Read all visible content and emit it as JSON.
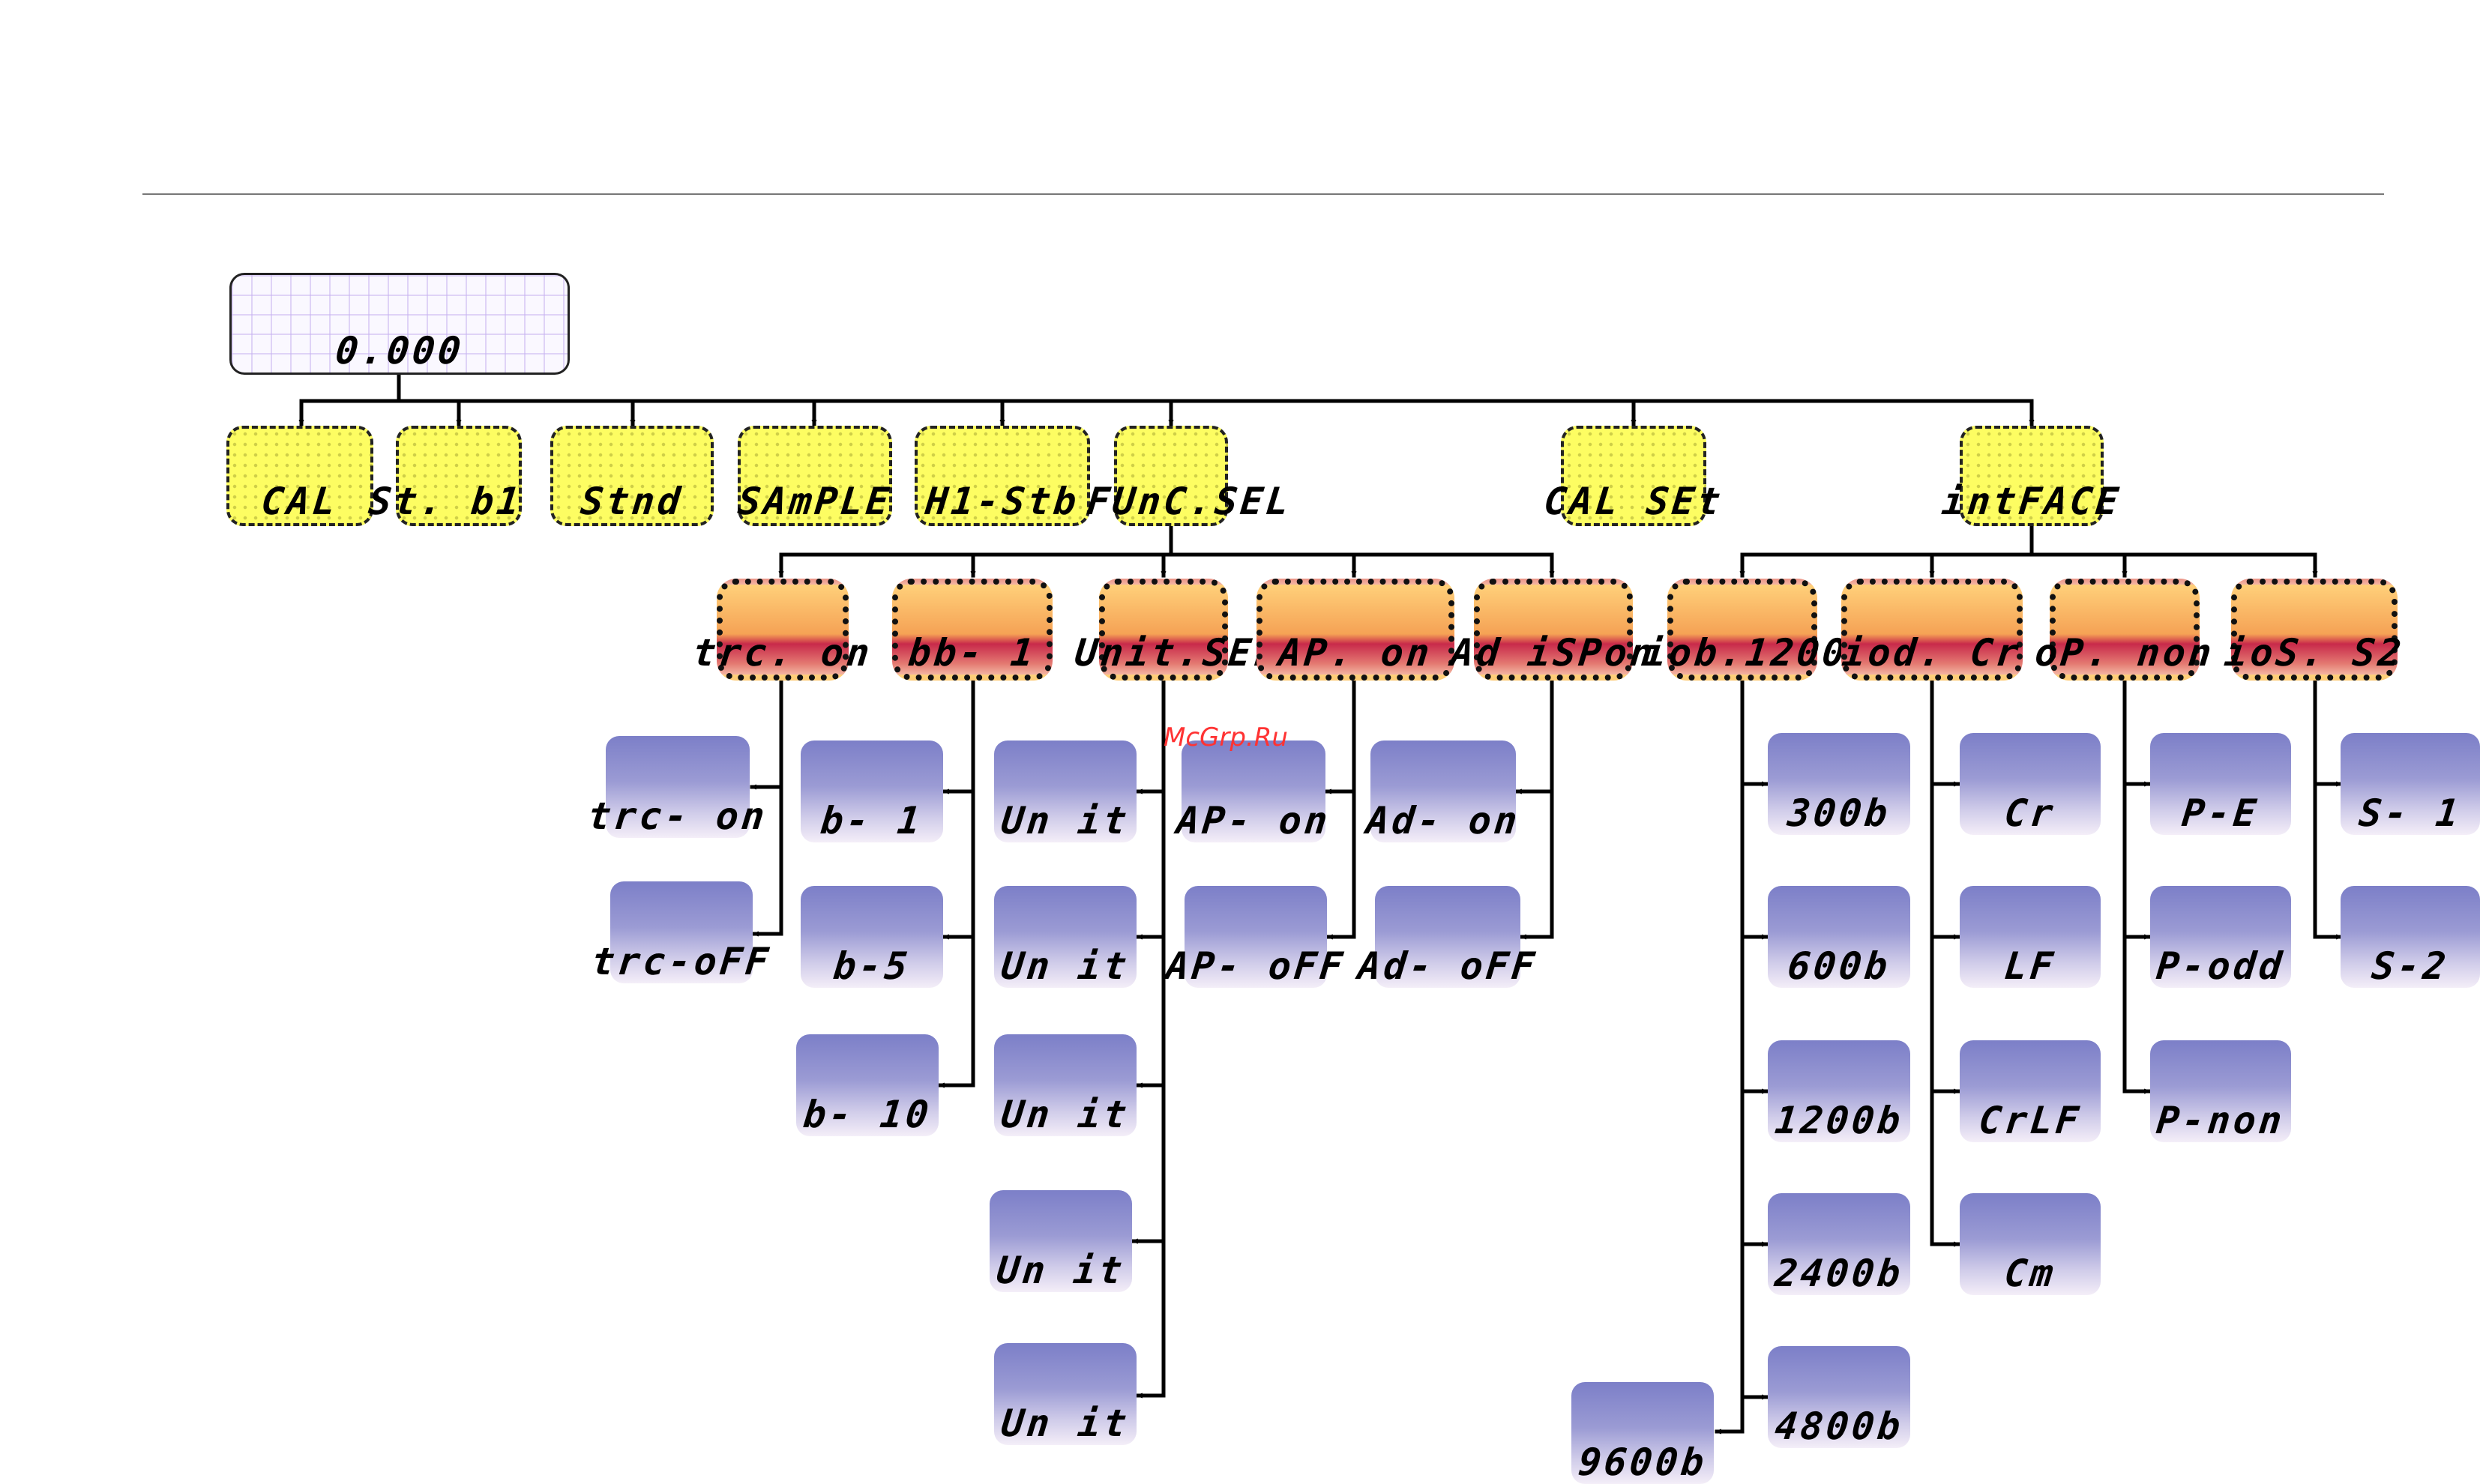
{
  "watermark": "McGrp.Ru",
  "root": {
    "label": "0.000"
  },
  "top_level": [
    {
      "label": "CAL"
    },
    {
      "label": "St. b1 t"
    },
    {
      "label": "Stnd"
    },
    {
      "label": "SAmPLE"
    },
    {
      "label": "H1-Stb"
    },
    {
      "label": "FUnC.SEL"
    },
    {
      "label": "CAL SEt"
    },
    {
      "label": "intFACE"
    }
  ],
  "function_menu": [
    {
      "label": "trc. on",
      "options": [
        {
          "label": "trc- on"
        },
        {
          "label": "trc-oFF"
        }
      ]
    },
    {
      "label": "bb- 1",
      "options": [
        {
          "label": "b- 1"
        },
        {
          "label": "b-5"
        },
        {
          "label": "b- 10"
        }
      ]
    },
    {
      "label": "Unit.SEL",
      "options": [
        {
          "label": "Un it"
        },
        {
          "label": "Un it"
        },
        {
          "label": "Un it"
        },
        {
          "label": "Un it"
        },
        {
          "label": "Un it"
        }
      ]
    },
    {
      "label": "AP. on",
      "options": [
        {
          "label": "AP- on"
        },
        {
          "label": "AP- oFF"
        }
      ]
    },
    {
      "label": "Ad iSPon",
      "options": [
        {
          "label": "Ad- on"
        },
        {
          "label": "Ad- oFF"
        }
      ]
    }
  ],
  "interface_menu": [
    {
      "label": "iob.1200",
      "options": [
        {
          "label": "300b"
        },
        {
          "label": "600b"
        },
        {
          "label": "1200b"
        },
        {
          "label": "2400b"
        },
        {
          "label": "4800b"
        },
        {
          "label": "9600b"
        }
      ]
    },
    {
      "label": "iod. Cr",
      "options": [
        {
          "label": "Cr"
        },
        {
          "label": "LF"
        },
        {
          "label": "CrLF"
        },
        {
          "label": "Cm"
        }
      ]
    },
    {
      "label": "oP. non",
      "options": [
        {
          "label": "P-E"
        },
        {
          "label": "P-odd"
        },
        {
          "label": "P-non"
        }
      ]
    },
    {
      "label": "ioS. S2",
      "options": [
        {
          "label": "S- 1"
        },
        {
          "label": "S-2"
        }
      ]
    }
  ]
}
